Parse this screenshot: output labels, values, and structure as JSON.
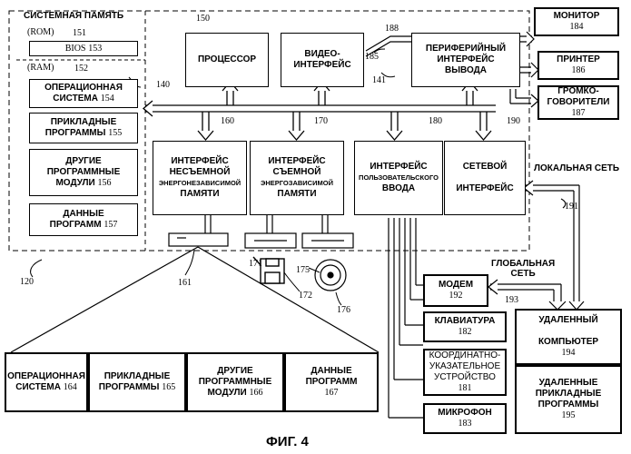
{
  "system_memory": {
    "title": "СИСТЕМНАЯ ПАМЯТЬ",
    "number": "150",
    "rom_label": "(ROM)",
    "rom_number": "151",
    "bios": "BIOS",
    "bios_number": "153",
    "ram_label": "(RAM)",
    "ram_number": "152",
    "os_line1": "ОПЕРАЦИОННАЯ",
    "os_line2": "СИСТЕМА",
    "os_number": "154",
    "apps_line1": "ПРИКЛАДНЫЕ",
    "apps_line2": "ПРОГРАММЫ",
    "apps_number": "155",
    "modules_line1": "ДРУГИЕ",
    "modules_line2": "ПРОГРАММНЫЕ",
    "modules_line3": "МОДУЛИ",
    "modules_number": "156",
    "data_line1": "ДАННЫЕ",
    "data_line2": "ПРОГРАММ",
    "data_number": "157"
  },
  "processor": {
    "label": "ПРОЦЕССОР",
    "number": "140"
  },
  "video": {
    "line1": "ВИДЕО-",
    "line2": "ИНТЕРФЕЙС",
    "number": "185"
  },
  "peripheral": {
    "line1": "ПЕРИФЕРИЙНЫЙ",
    "line2": "ИНТЕРФЕЙС",
    "line3": "ВЫВОДА",
    "number": "188",
    "bus_number": "141"
  },
  "monitor": {
    "label": "МОНИТОР",
    "number": "184"
  },
  "printer": {
    "label": "ПРИНТЕР",
    "number": "186"
  },
  "speakers": {
    "line1": "ГРОМКО-",
    "line2": "ГОВОРИТЕЛИ",
    "number": "187"
  },
  "nonremovable": {
    "line1": "ИНТЕРФЕЙС",
    "line2": "НЕСЪЕМНОЙ",
    "line3": "ЭНЕРГОНЕЗАВИСИМОЙ",
    "line4": "ПАМЯТИ",
    "number": "160"
  },
  "removable": {
    "line1": "ИНТЕРФЕЙС",
    "line2": "СЪЕМНОЙ",
    "line3": "ЭНЕРГОЗАВИСИМОЙ",
    "line4": "ПАМЯТИ",
    "number": "170"
  },
  "user_input": {
    "line1": "ИНТЕРФЕЙС",
    "line2": "ПОЛЬЗОВАТЕЛЬСКОГО",
    "line3": "ВВОДА",
    "number": "180"
  },
  "network": {
    "line1": "СЕТЕВОЙ",
    "line2": "ИНТЕРФЕЙС",
    "number": "190"
  },
  "lan": {
    "label": "ЛОКАЛЬНАЯ СЕТЬ",
    "number": "191"
  },
  "wan": {
    "line1": "ГЛОБАЛЬНАЯ",
    "line2": "СЕТЬ",
    "number": "193"
  },
  "modem": {
    "label": "МОДЕМ",
    "number": "192"
  },
  "keyboard": {
    "label": "КЛАВИАТУРА",
    "number": "182"
  },
  "pointing": {
    "line1": "КООРДИНАТНО-",
    "line2": "УКАЗАТЕЛЬНОЕ",
    "line3": "УСТРОЙСТВО",
    "number": "181"
  },
  "microphone": {
    "label": "МИКРОФОН",
    "number": "183"
  },
  "remote": {
    "line1": "УДАЛЕННЫЙ",
    "line2": "КОМПЬЮТЕР",
    "number": "194"
  },
  "remote_apps": {
    "line1": "УДАЛЕННЫЕ",
    "line2": "ПРИКЛАДНЫЕ",
    "line3": "ПРОГРАММЫ",
    "number": "195"
  },
  "disk": {
    "hdd_number": "161",
    "floppy_number": "171",
    "floppy_disk_number": "172",
    "optical_drive_number": "175",
    "optical_disk_number": "176",
    "computer_number": "120"
  },
  "disk_contents": {
    "os_line1": "ОПЕРАЦИОННАЯ",
    "os_line2": "СИСТЕМА",
    "os_number": "164",
    "apps_line1": "ПРИКЛАДНЫЕ",
    "apps_line2": "ПРОГРАММЫ",
    "apps_number": "165",
    "modules_line1": "ДРУГИЕ",
    "modules_line2": "ПРОГРАММНЫЕ",
    "modules_line3": "МОДУЛИ",
    "modules_number": "166",
    "data_line1": "ДАННЫЕ",
    "data_line2": "ПРОГРАММ",
    "data_number": "167"
  },
  "figure_title": "ФИГ. 4"
}
